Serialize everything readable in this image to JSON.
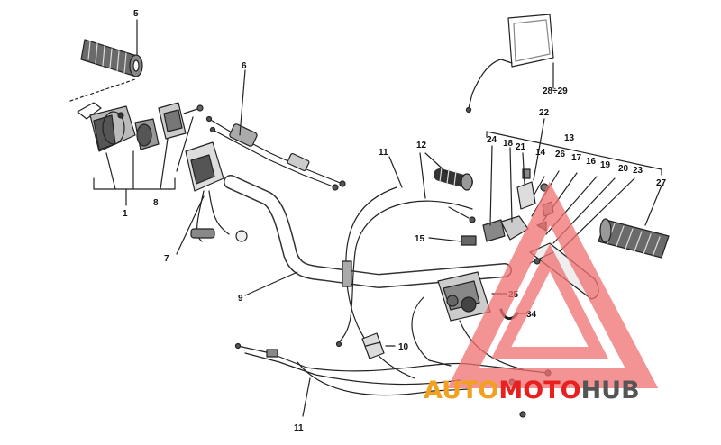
{
  "diagram": {
    "callouts": [
      {
        "id": "c5",
        "label": "5"
      },
      {
        "id": "c6",
        "label": "6"
      },
      {
        "id": "c1",
        "label": "1"
      },
      {
        "id": "c8",
        "label": "8"
      },
      {
        "id": "c7",
        "label": "7"
      },
      {
        "id": "c9",
        "label": "9"
      },
      {
        "id": "c11a",
        "label": "11"
      },
      {
        "id": "c11b",
        "label": "11"
      },
      {
        "id": "c12",
        "label": "12"
      },
      {
        "id": "c15",
        "label": "15"
      },
      {
        "id": "c10",
        "label": "10"
      },
      {
        "id": "c24",
        "label": "24"
      },
      {
        "id": "c18",
        "label": "18"
      },
      {
        "id": "c21",
        "label": "21"
      },
      {
        "id": "c22",
        "label": "22"
      },
      {
        "id": "c13",
        "label": "13"
      },
      {
        "id": "c14",
        "label": "14"
      },
      {
        "id": "c26",
        "label": "26"
      },
      {
        "id": "c17",
        "label": "17"
      },
      {
        "id": "c16",
        "label": "16"
      },
      {
        "id": "c19",
        "label": "19"
      },
      {
        "id": "c20",
        "label": "20"
      },
      {
        "id": "c23",
        "label": "23"
      },
      {
        "id": "c27",
        "label": "27"
      },
      {
        "id": "c25",
        "label": "25"
      },
      {
        "id": "c34",
        "label": "34"
      },
      {
        "id": "c2829",
        "label": "28÷29"
      }
    ]
  },
  "watermark": {
    "part1": "AUTO",
    "part2": "MOTO",
    "part3": "HUB",
    "colors": {
      "auto": "#f2a020",
      "moto": "#e82020",
      "hub": "#555555",
      "triangle": "#f07070"
    }
  }
}
